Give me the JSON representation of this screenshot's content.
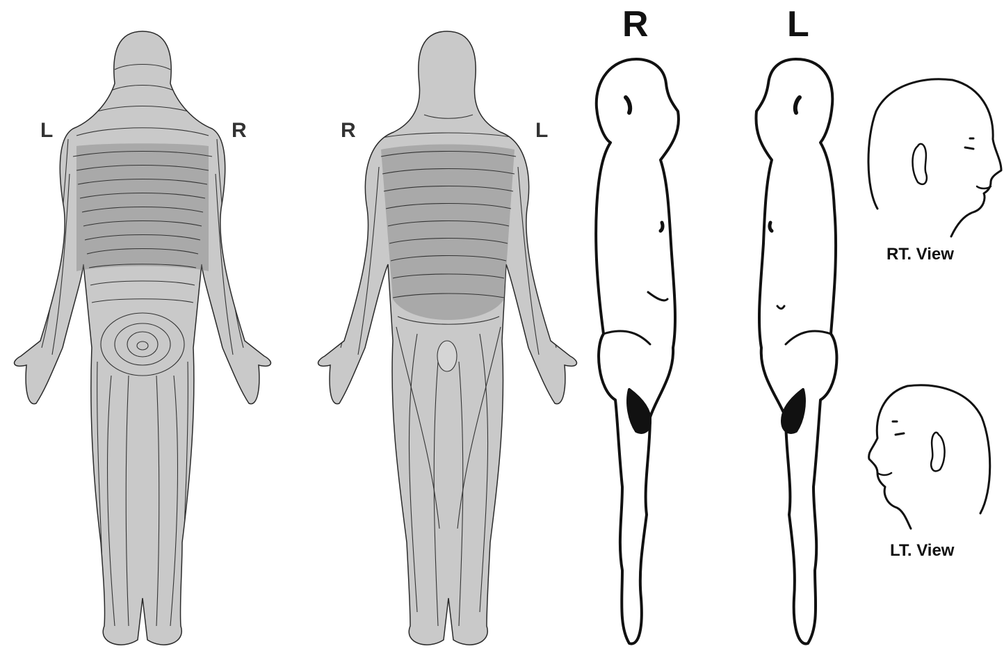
{
  "posterior_view": {
    "left_label": "L",
    "right_label": "R"
  },
  "anterior_view": {
    "left_label": "R",
    "right_label": "L"
  },
  "lateral_views": {
    "right_side_label": "R",
    "left_side_label": "L"
  },
  "head_views": {
    "right_caption": "RT. View",
    "left_caption": "LT. View"
  },
  "colors": {
    "skin": "#c9c9c9",
    "skin_dark": "#8e8e8e",
    "outline": "#2a2a2a",
    "lines": "#333333",
    "sketch": "#111111"
  }
}
